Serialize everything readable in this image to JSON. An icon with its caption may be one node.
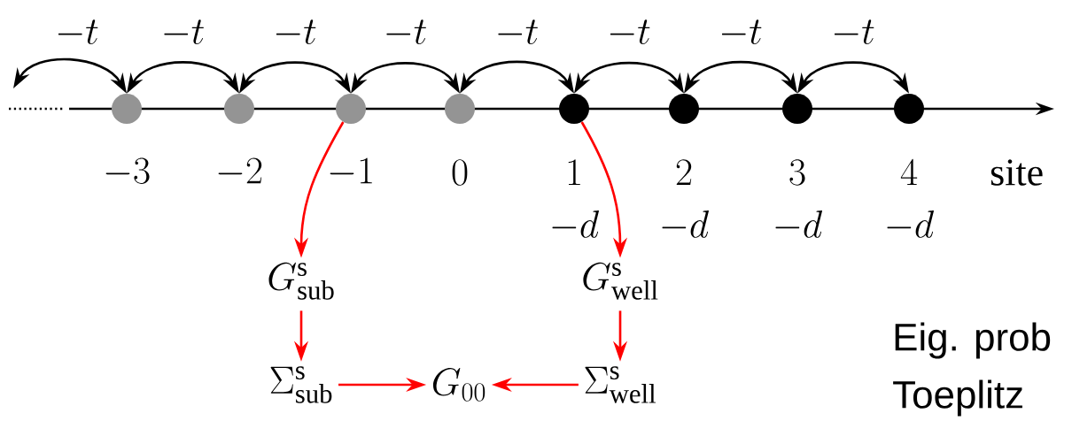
{
  "diagram": {
    "nodes": [
      {
        "text": [],
        "shape": "circle",
        "beside": [
          "-3"
        ]
      },
      {
        "text": [],
        "shape": "circle",
        "beside": [
          "-2"
        ]
      },
      {
        "text": [],
        "shape": "circle",
        "beside": [
          "-1"
        ]
      },
      {
        "text": [],
        "shape": "circle",
        "beside": [
          "0"
        ]
      },
      {
        "text": [],
        "shape": "circle",
        "beside": [
          "1",
          "-d"
        ]
      },
      {
        "text": [],
        "shape": "circle",
        "beside": [
          "2",
          "-d"
        ]
      },
      {
        "text": [],
        "shape": "circle",
        "beside": [
          "3",
          "-d"
        ]
      },
      {
        "text": [],
        "shape": "circle",
        "beside": [
          "4",
          "-d"
        ]
      },
      {
        "text": [
          "G^{\\mathrm{s}}_{\\mathrm{sub}}"
        ]
      },
      {
        "text": [
          "G^{\\mathrm{s}}_{\\mathrm{well}}"
        ]
      },
      {
        "text": [
          "\\Sigma^{\\mathrm{s}}_{\\mathrm{sub}}"
        ]
      },
      {
        "text": [
          "G_{00}"
        ]
      },
      {
        "text": [
          "\\Sigma^{\\mathrm{s}}_{\\mathrm{well}}"
        ]
      }
    ],
    "edges": [
      {
        "from": 0,
        "to": null,
        "arrow": "both",
        "label": "-t"
      },
      {
        "from": 0,
        "to": 1,
        "arrow": "both",
        "label": "-t"
      },
      {
        "from": 1,
        "to": 2,
        "arrow": "both",
        "label": "-t"
      },
      {
        "from": 2,
        "to": 3,
        "arrow": "both",
        "label": "-t"
      },
      {
        "from": 3,
        "to": 4,
        "arrow": "both",
        "label": "-t"
      },
      {
        "from": 4,
        "to": 5,
        "arrow": "both",
        "label": "-t"
      },
      {
        "from": 5,
        "to": 6,
        "arrow": "both",
        "label": "-t"
      },
      {
        "from": 6,
        "to": 7,
        "arrow": "both",
        "label": "-t"
      },
      {
        "from": 2,
        "to": 8,
        "arrow": "to",
        "color": "#ff0000"
      },
      {
        "from": 4,
        "to": 9,
        "arrow": "to",
        "color": "#ff0000"
      },
      {
        "from": 8,
        "to": 10,
        "arrow": "to",
        "color": "#ff0000"
      },
      {
        "from": 9,
        "to": 12,
        "arrow": "to",
        "color": "#ff0000"
      },
      {
        "from": 10,
        "to": 11,
        "arrow": "to",
        "color": "#ff0000"
      },
      {
        "from": 12,
        "to": 11,
        "arrow": "to",
        "color": "#ff0000"
      }
    ],
    "labels": [
      "site",
      "Eig. prob",
      "Toeplitz"
    ]
  }
}
